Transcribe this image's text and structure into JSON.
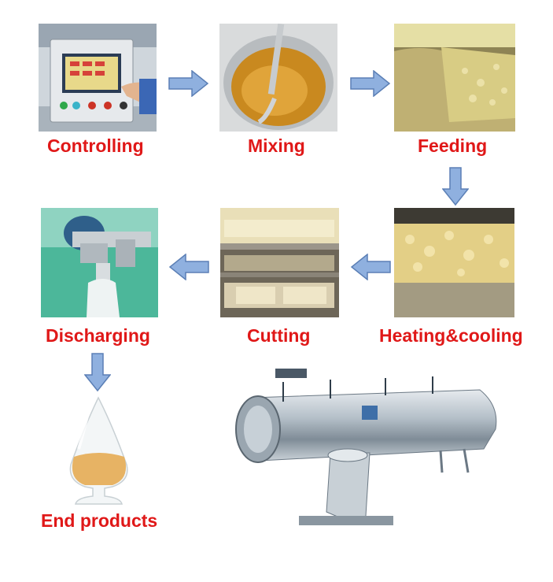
{
  "steps": [
    {
      "id": "controlling",
      "label": "Controlling"
    },
    {
      "id": "mixing",
      "label": "Mixing"
    },
    {
      "id": "feeding",
      "label": "Feeding"
    },
    {
      "id": "heating_cooling",
      "label": "Heating&cooling"
    },
    {
      "id": "cutting",
      "label": "Cutting"
    },
    {
      "id": "discharging",
      "label": "Discharging"
    },
    {
      "id": "end_products",
      "label": "End products"
    }
  ],
  "colors": {
    "label": "#e01818",
    "arrow_fill": "#8fb0df",
    "arrow_stroke": "#5b7fb5"
  }
}
